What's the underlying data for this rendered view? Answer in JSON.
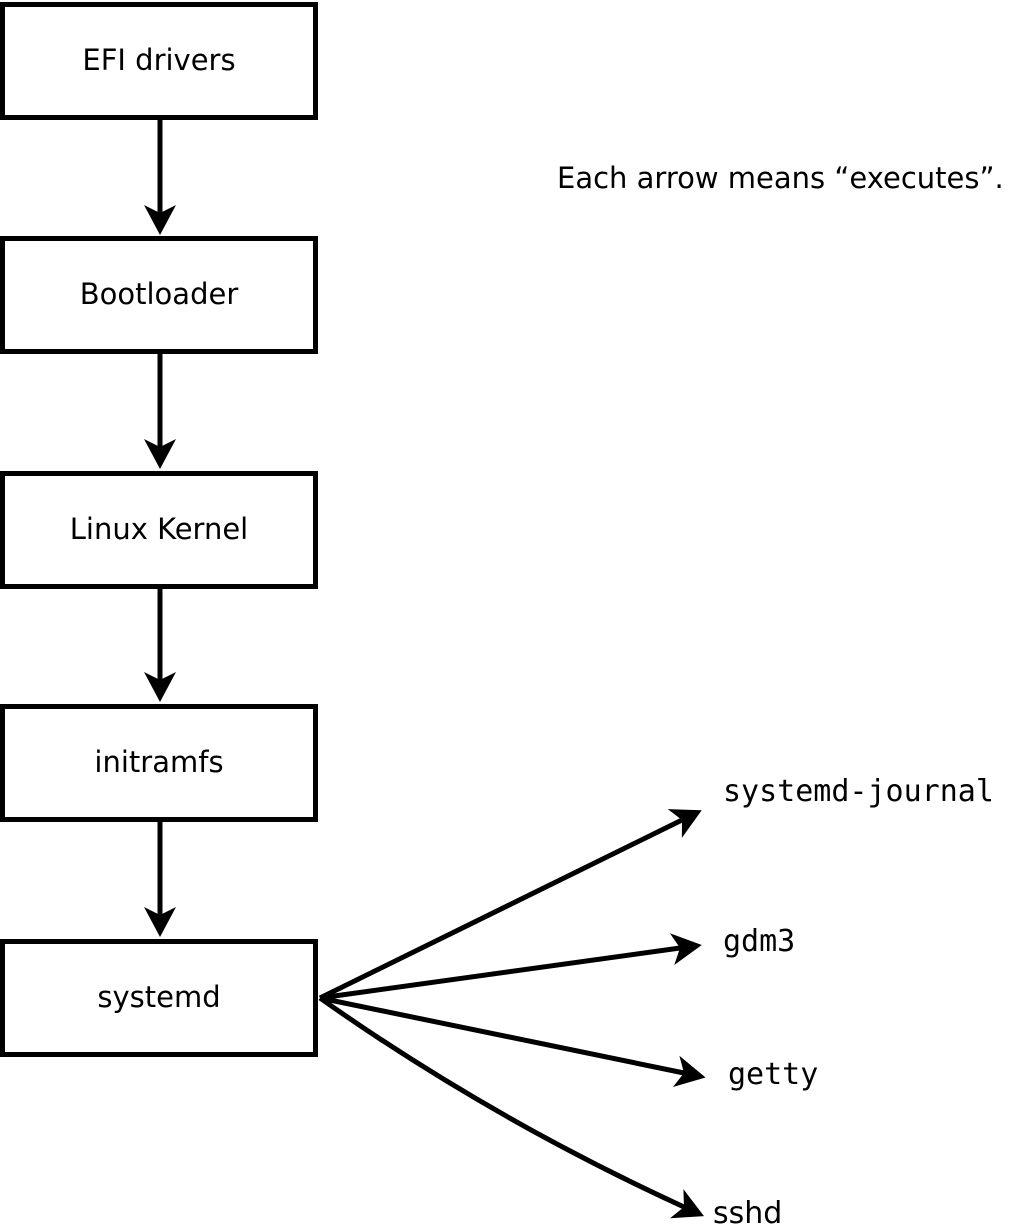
{
  "diagram": {
    "note": "Each arrow means “executes”.",
    "arrow_meaning": "executes",
    "chain": [
      {
        "id": "efi-drivers",
        "label": "EFI drivers"
      },
      {
        "id": "bootloader",
        "label": "Bootloader"
      },
      {
        "id": "linux-kernel",
        "label": "Linux Kernel"
      },
      {
        "id": "initramfs",
        "label": "initramfs"
      },
      {
        "id": "systemd",
        "label": "systemd"
      }
    ],
    "children": [
      {
        "id": "systemd-journal",
        "label": "systemd-journal"
      },
      {
        "id": "gdm3",
        "label": "gdm3"
      },
      {
        "id": "getty",
        "label": "getty"
      },
      {
        "id": "sshd",
        "label": "sshd"
      }
    ],
    "colors": {
      "line": "#000000",
      "box_background": "#ffffff",
      "text": "#000000",
      "page_background": "#ffffff"
    }
  }
}
